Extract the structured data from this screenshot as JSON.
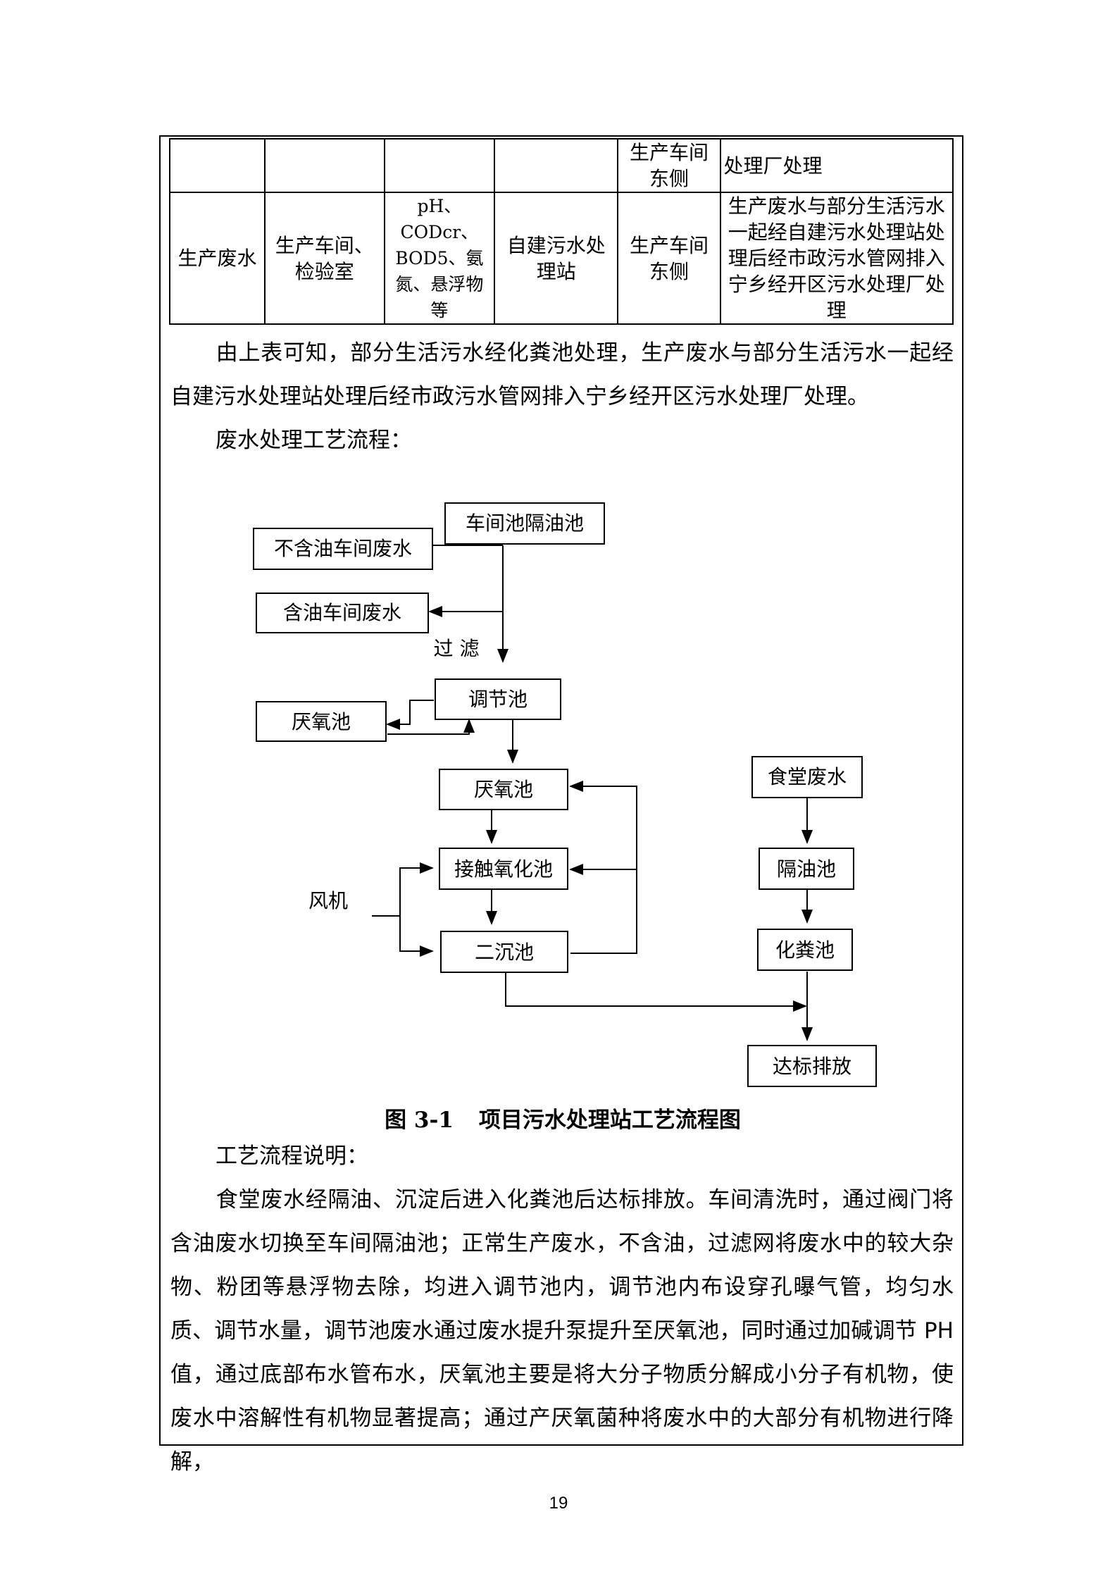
{
  "table": {
    "row1": [
      "",
      "",
      "",
      "",
      "生产车间东侧",
      "处理厂处理"
    ],
    "row2": [
      "生产废水",
      "生产车间、检验室",
      "pH、CODcr、BOD5、氨氮、悬浮物等",
      "自建污水处理站",
      "生产车间东侧",
      "生产废水与部分生活污水一起经自建污水处理站处理后经市政污水管网排入宁乡经开区污水处理厂处理"
    ]
  },
  "paragraphs": {
    "p1": "由上表可知，部分生活污水经化粪池处理，生产废水与部分生活污水一起经自建污水处理站处理后经市政污水管网排入宁乡经开区污水处理厂处理。",
    "p2": "废水处理工艺流程：",
    "p3": "工艺流程说明：",
    "p4": "食堂废水经隔油、沉淀后进入化粪池后达标排放。车间清洗时，通过阀门将含油废水切换至车间隔油池；正常生产废水，不含油，过滤网将废水中的较大杂物、粉团等悬浮物去除，均进入调节池内，调节池内布设穿孔曝气管，均匀水质、调节水量，调节池废水通过废水提升泵提升至厌氧池，同时通过加碱调节 PH 值，通过底部布水管布水，厌氧池主要是将大分子物质分解成小分子有机物，使废水中溶解性有机物显著提高；通过产厌氧菌种将废水中的大部分有机物进行降解，"
  },
  "flow": {
    "workshop_oil_trap": "车间池隔油池",
    "oil_free_wastewater": "不含油车间废水",
    "oily_wastewater": "含油车间废水",
    "filter_label": "过 滤",
    "equalization_tank": "调节池",
    "anaerobic_left": "厌氧池",
    "anaerobic_tank": "厌氧池",
    "contact_oxidation": "接触氧化池",
    "blower_label": "风机",
    "secondary_clarifier": "二沉池",
    "canteen_wastewater": "食堂废水",
    "grease_trap": "隔油池",
    "septic_tank": "化粪池",
    "discharge": "达标排放"
  },
  "caption": {
    "number": "图 3-1",
    "title": "项目污水处理站工艺流程图"
  },
  "page_number": "19"
}
